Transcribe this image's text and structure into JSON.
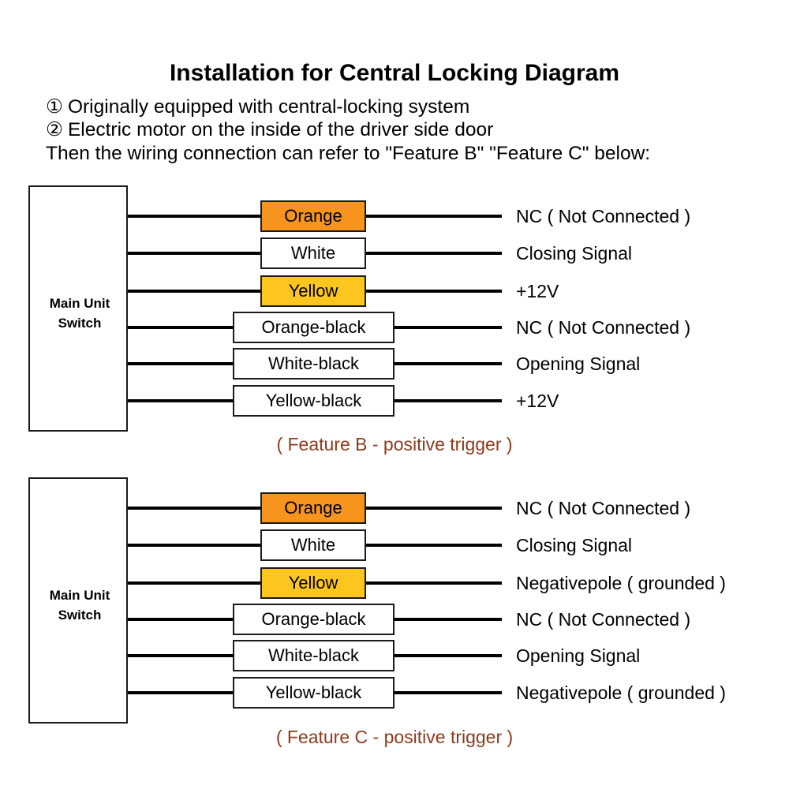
{
  "header": {
    "title": "Installation for Central Locking Diagram",
    "notes": [
      {
        "marker": "①",
        "text": "Originally equipped with central-locking system"
      },
      {
        "marker": "②",
        "text": "Electric motor on the inside of the driver side door"
      }
    ],
    "closing_note": "Then the wiring connection can refer to \"Feature B\" \"Feature C\" below:"
  },
  "colors": {
    "orange": "#F7941E",
    "yellow": "#FCC61E",
    "caption": "#8D3A1B",
    "line": "#000000",
    "box_border": "#1a1a1a",
    "background": "#FFFFFF"
  },
  "diagram_b": {
    "unit_label": "Main Unit\nSwitch",
    "caption": "( Feature B - positive trigger )",
    "rows": [
      {
        "wire": "Orange",
        "signal": "NC ( Not Connected )",
        "swatch": "orange",
        "width": "narrow"
      },
      {
        "wire": "White",
        "signal": "Closing Signal",
        "swatch": "white",
        "width": "narrow"
      },
      {
        "wire": "Yellow",
        "signal": "+12V",
        "swatch": "yellow",
        "width": "narrow"
      },
      {
        "wire": "Orange-black",
        "signal": "NC ( Not Connected )",
        "swatch": "white",
        "width": "wide"
      },
      {
        "wire": "White-black",
        "signal": "Opening Signal",
        "swatch": "white",
        "width": "wide"
      },
      {
        "wire": "Yellow-black",
        "signal": "+12V",
        "swatch": "white",
        "width": "wide"
      }
    ]
  },
  "diagram_c": {
    "unit_label": "Main Unit\nSwitch",
    "caption": "( Feature C - positive trigger )",
    "rows": [
      {
        "wire": "Orange",
        "signal": "NC ( Not Connected )",
        "swatch": "orange",
        "width": "narrow"
      },
      {
        "wire": "White",
        "signal": "Closing Signal",
        "swatch": "white",
        "width": "narrow"
      },
      {
        "wire": "Yellow",
        "signal": "Negativepole ( grounded )",
        "swatch": "yellow",
        "width": "narrow"
      },
      {
        "wire": "Orange-black",
        "signal": "NC ( Not Connected )",
        "swatch": "white",
        "width": "wide"
      },
      {
        "wire": "White-black",
        "signal": "Opening Signal",
        "swatch": "white",
        "width": "wide"
      },
      {
        "wire": "Yellow-black",
        "signal": "Negativepole ( grounded )",
        "swatch": "white",
        "width": "wide"
      }
    ]
  }
}
